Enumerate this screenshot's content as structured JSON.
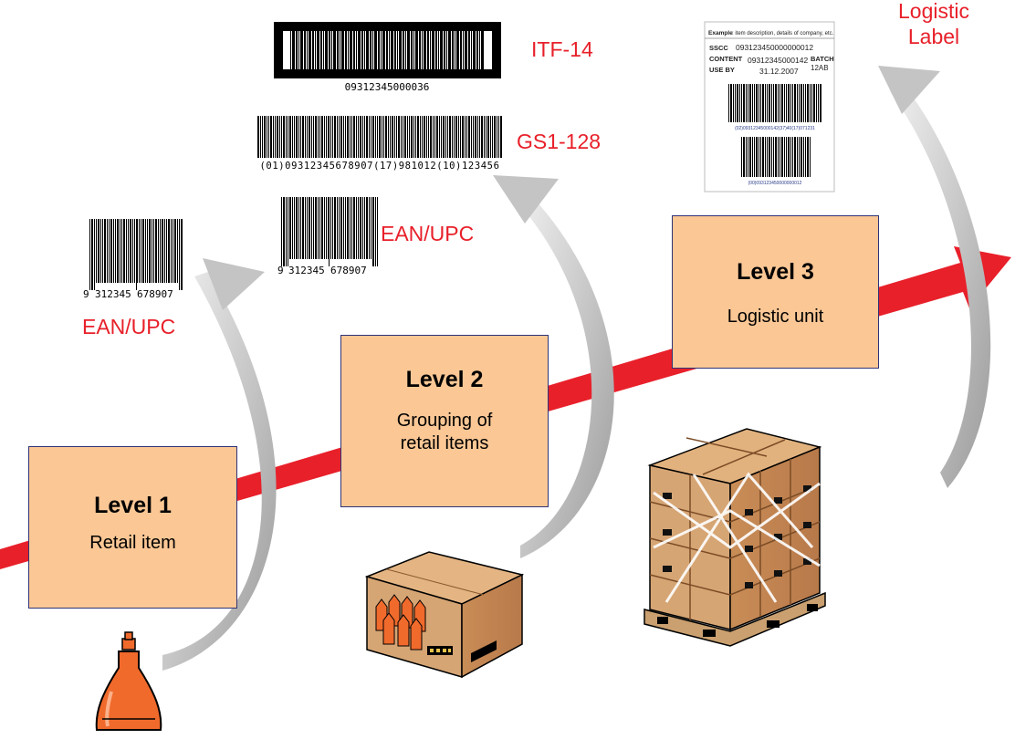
{
  "levels": [
    {
      "title": "Level 1",
      "description": "Retail item"
    },
    {
      "title": "Level 2",
      "description_line1": "Grouping of",
      "description_line2": "retail items"
    },
    {
      "title": "Level 3",
      "description": "Logistic unit"
    }
  ],
  "symbologies": {
    "itf14": "ITF-14",
    "gs1_128": "GS1-128",
    "ean_upc_level2": "EAN/UPC",
    "ean_upc_level1": "EAN/UPC",
    "logistic_label_line1": "Logistic",
    "logistic_label_line2": "Label"
  },
  "barcode_numbers": {
    "itf14": "09312345000036",
    "gs1_128": "(01)09312345678907(17)981012(10)123456",
    "ean_first": "9",
    "ean_left": "312345",
    "ean_right": "678907"
  },
  "logistic_label": {
    "header_prefix": "Example",
    "header_text": ": item description, details of company, etc.",
    "sscc_label": "SSCC",
    "sscc_value": "093123450000000012",
    "content_label": "CONTENT",
    "content_value": "09312345000142",
    "batch_label": "BATCH",
    "batch_value": "12AB",
    "use_by_label": "USE BY",
    "use_by_value": "31.12.2007",
    "hri_1": "(02)09312345000142(37)40(17)071231",
    "hri_2": "(00)093123450000000012"
  },
  "colors": {
    "box_fill": "#fac795",
    "box_border": "#2f3478",
    "accent_red": "#e8202a",
    "swoosh_gray": "#c8c8c8",
    "cardboard": "#d6a574",
    "bottle_orange": "#f06a2c"
  },
  "icons": [
    "detergent-bottle-icon",
    "case-box-icon",
    "pallet-icon"
  ]
}
